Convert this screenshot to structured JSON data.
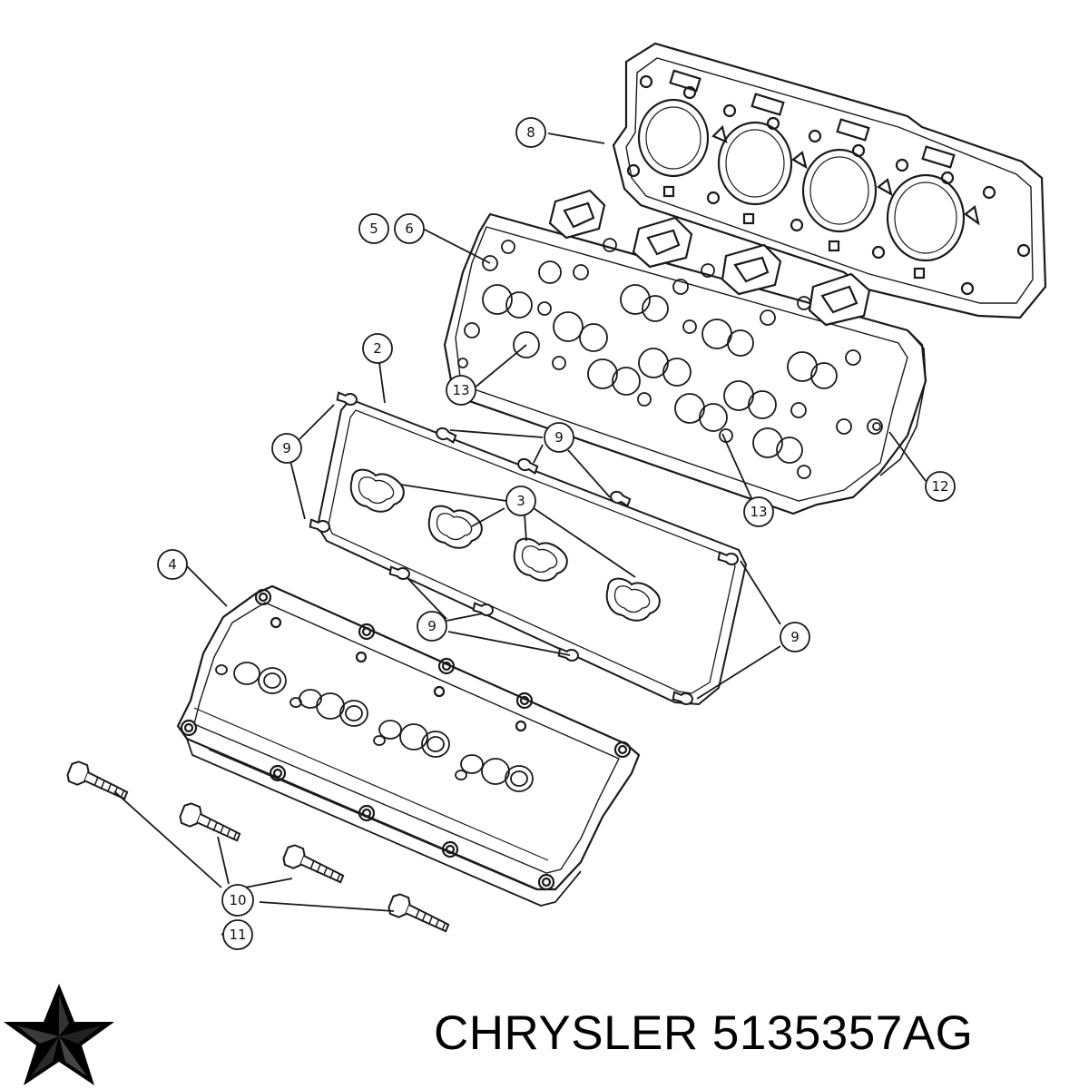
{
  "callouts": {
    "c8": "8",
    "c5": "5",
    "c6": "6",
    "c2": "2",
    "c13a": "13",
    "c13b": "13",
    "c12": "12",
    "c9a": "9",
    "c9b": "9",
    "c9c": "9",
    "c9d": "9",
    "c3": "3",
    "c4": "4",
    "c10": "10",
    "c11": "11"
  },
  "brand": {
    "text": "CHRYSLER 5135357AG"
  },
  "colors": {
    "line": "#1a1a1a",
    "background": "#ffffff"
  }
}
